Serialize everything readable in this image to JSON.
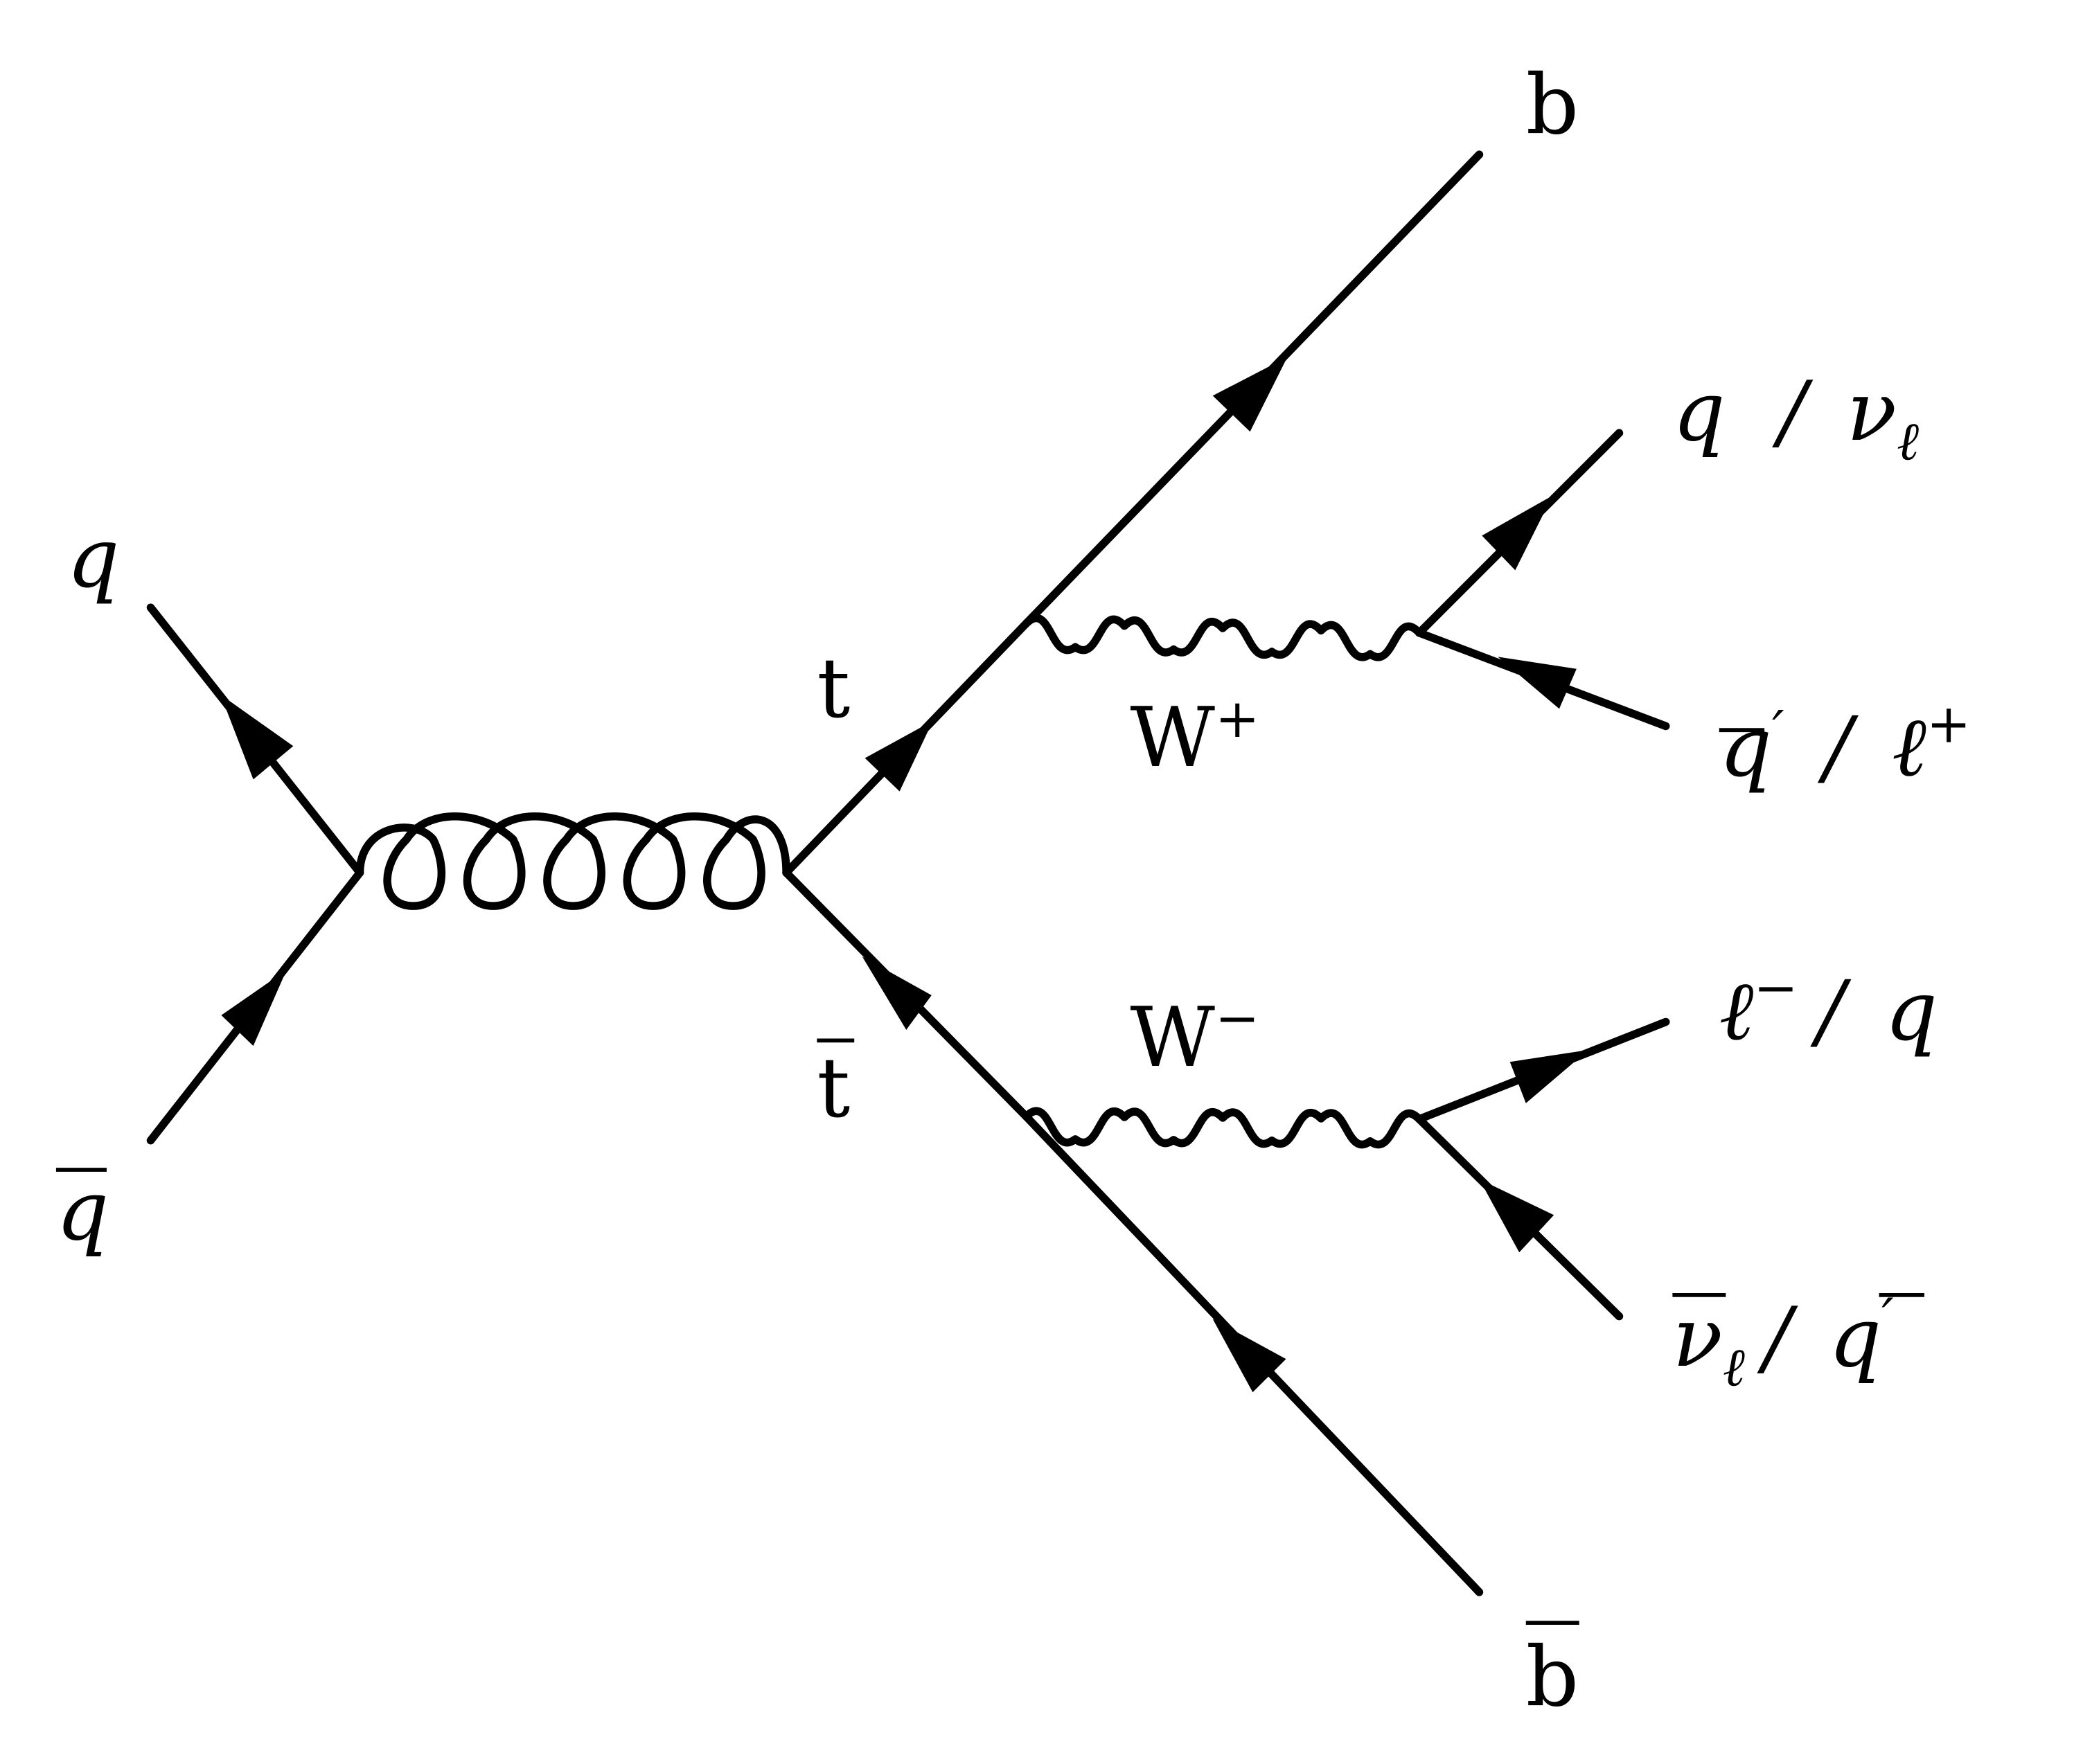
{
  "title": "Top-quark pair production via quark-antiquark annihilation",
  "diagram": {
    "colors": {
      "line": "#000000",
      "background": "#ffffff"
    },
    "particles": {
      "q_in": "q",
      "qbar_in": "q",
      "top": "t",
      "antitop": "t",
      "b": "b",
      "bbar": "b",
      "w_plus": {
        "base": "W",
        "charge": "+"
      },
      "w_minus": {
        "base": "W",
        "charge": "−"
      },
      "w_plus_up": {
        "a": "q",
        "sep": "/",
        "b": "ν",
        "b_sub": "ℓ"
      },
      "w_plus_down": {
        "a": "q",
        "a_prime": "′",
        "sep": "/",
        "b": "ℓ",
        "b_sup": "+"
      },
      "w_minus_up": {
        "a": "ℓ",
        "a_sup": "−",
        "sep": "/",
        "b": "q"
      },
      "w_minus_down": {
        "a": "ν",
        "a_sub": "ℓ",
        "sep": "/",
        "b": "q",
        "b_prime": "′"
      }
    },
    "propagators": [
      {
        "name": "gluon",
        "type": "curly"
      },
      {
        "name": "W+",
        "type": "wavy"
      },
      {
        "name": "W-",
        "type": "wavy"
      }
    ]
  }
}
